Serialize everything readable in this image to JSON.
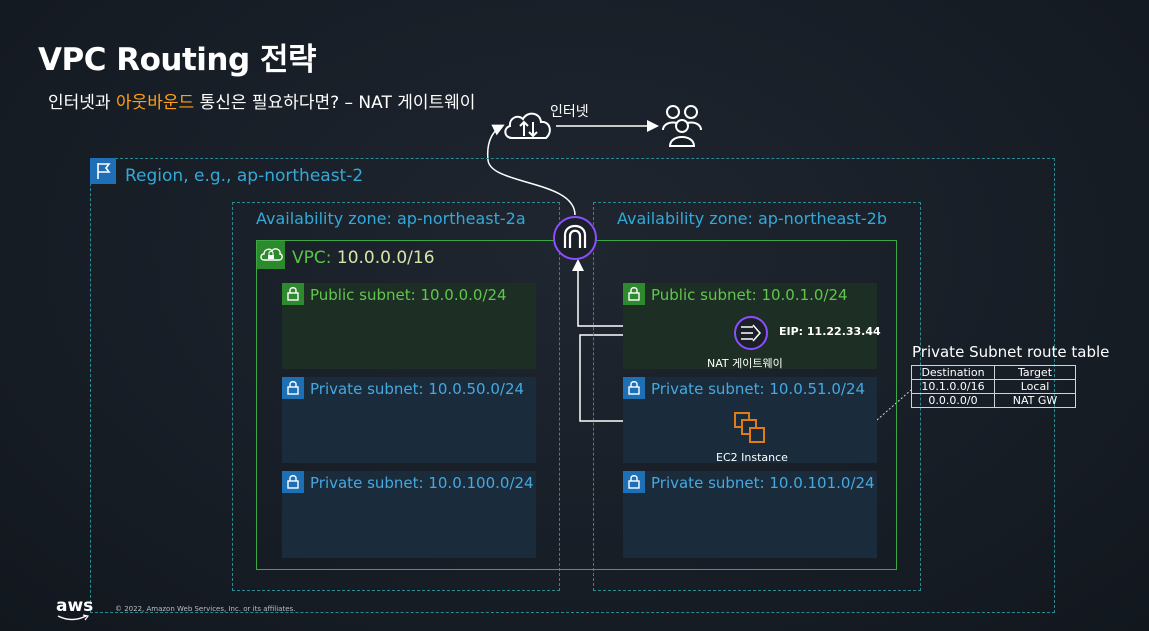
{
  "title": "VPC Routing 전략",
  "subtitle": {
    "before": "인터넷과 ",
    "accent": "아웃바운드",
    "after": " 통신은 필요하다면? – NAT 게이트웨이"
  },
  "internet": {
    "label": "인터넷",
    "cloud_icon": "cloud-upload-icon",
    "users_icon": "users-icon"
  },
  "region": {
    "label": "Region, e.g., ap-northeast-2",
    "icon": "flag-icon"
  },
  "az_a": {
    "label": "Availability zone: ap-northeast-2a"
  },
  "az_b": {
    "label": "Availability zone: ap-northeast-2b"
  },
  "vpc": {
    "prefix": "VPC: ",
    "cidr": "10.0.0.0/16",
    "icon": "cloud-lock-icon"
  },
  "subnets": {
    "a_public": "Public subnet: 10.0.0.0/24",
    "a_private_1": "Private subnet: 10.0.50.0/24",
    "a_private_2": "Private subnet: 10.0.100.0/24",
    "b_public": "Public subnet: 10.0.1.0/24",
    "b_private_1": "Private subnet: 10.0.51.0/24",
    "b_private_2": "Private subnet: 10.0.101.0/24"
  },
  "nat": {
    "label": "NAT 게이트웨이",
    "eip": "EIP: 11.22.33.44",
    "icon": "nat-gateway-icon"
  },
  "ec2": {
    "label": "EC2 Instance",
    "icon": "ec2-instance-icon"
  },
  "igw": {
    "icon": "internet-gateway-icon"
  },
  "route_table": {
    "title": "Private Subnet route table",
    "headers": [
      "Destination",
      "Target"
    ],
    "rows": [
      [
        "10.1.0.0/16",
        "Local"
      ],
      [
        "0.0.0.0/0",
        "NAT GW"
      ]
    ]
  },
  "footer": {
    "logo": "aws",
    "copyright": "© 2022, Amazon Web Services, Inc. or its affiliates."
  },
  "colors": {
    "accent": "#ff9f1c",
    "region_blue": "#33a9d8",
    "vpc_green": "#3aa845",
    "purple": "#8c4fff"
  }
}
